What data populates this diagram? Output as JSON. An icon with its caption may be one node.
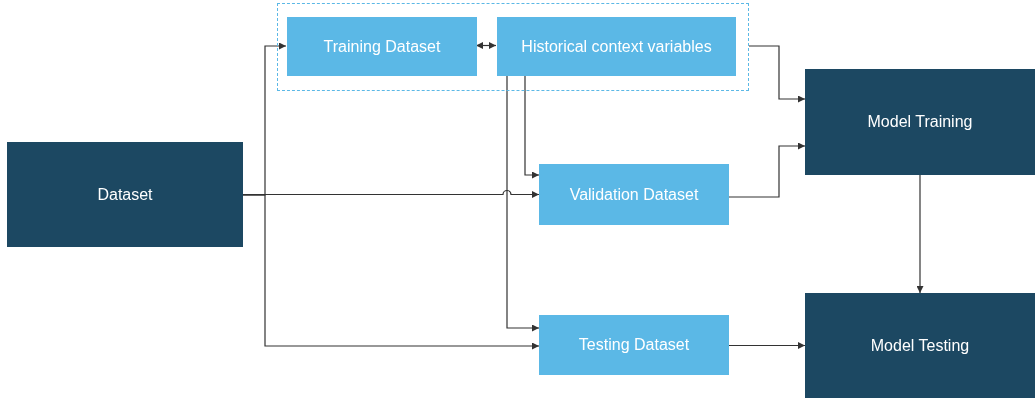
{
  "diagram": {
    "nodes": [
      {
        "text": [],
        "shape": "box"
      },
      {
        "text": [
          "Training Dataset"
        ],
        "in": 0
      },
      {
        "text": [
          "Historical context variables"
        ],
        "in": 0
      },
      {
        "text": [
          "Dataset"
        ]
      },
      {
        "text": [
          "Validation Dataset"
        ]
      },
      {
        "text": [
          "Testing Dataset"
        ]
      },
      {
        "text": [
          "Model Training"
        ]
      },
      {
        "text": [
          "Model Testing"
        ]
      }
    ],
    "edges": [
      {
        "from": 3,
        "to": 1,
        "arrow": "to"
      },
      {
        "from": 3,
        "to": 4,
        "arrow": "to"
      },
      {
        "from": 3,
        "to": 5,
        "arrow": "to"
      },
      {
        "from": 1,
        "to": 2,
        "arrow": "both"
      },
      {
        "from": 2,
        "to": 4,
        "arrow": "to"
      },
      {
        "from": 2,
        "to": 5,
        "arrow": "to"
      },
      {
        "from": 0,
        "to": 6,
        "arrow": "to"
      },
      {
        "from": 4,
        "to": 6,
        "arrow": "to"
      },
      {
        "from": 6,
        "to": 7,
        "arrow": "to"
      },
      {
        "from": 5,
        "to": 7,
        "arrow": "to"
      }
    ]
  }
}
